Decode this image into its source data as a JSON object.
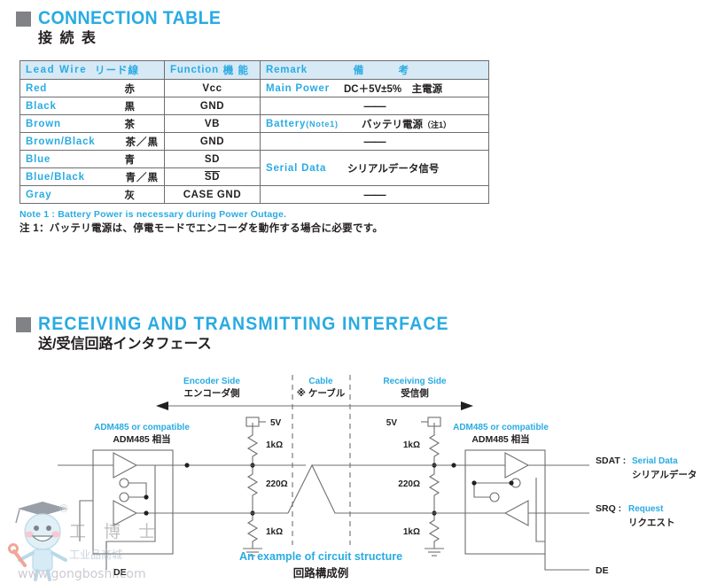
{
  "sections": {
    "connection": {
      "title_en": "CONNECTION TABLE",
      "title_jp": "接 続 表"
    },
    "interface": {
      "title_en": "RECEIVING  AND  TRANSMITTING  INTERFACE",
      "title_jp": "送/受信回路インタフェース"
    }
  },
  "connection_table": {
    "headers": {
      "lead_wire_en": "Lead  Wire",
      "lead_wire_jp": "リード線",
      "function_en": "Function",
      "function_jp": "機 能",
      "remark_en": "Remark",
      "remark_jp": "備    考"
    },
    "rows": [
      {
        "lead_en": "Red",
        "lead_jp": "赤",
        "function": "Vcc",
        "remark_en": "Main  Power",
        "remark_jp": "DC＋5V±5%　主電源"
      },
      {
        "lead_en": "Black",
        "lead_jp": "黒",
        "function": "GND",
        "remark_en": "",
        "remark_jp": "——"
      },
      {
        "lead_en": "Brown",
        "lead_jp": "茶",
        "function": "VB",
        "remark_en": "Battery",
        "remark_note": "(Note1)",
        "remark_jp": "バッテリ電源",
        "remark_jp_note": "（注1）"
      },
      {
        "lead_en": "Brown/Black",
        "lead_jp": "茶／黒",
        "function": "GND",
        "remark_en": "",
        "remark_jp": "——"
      },
      {
        "lead_en": "Blue",
        "lead_jp": "青",
        "function": "SD",
        "remark_en": "Serial  Data",
        "remark_jp": "シリアルデータ信号"
      },
      {
        "lead_en": "Blue/Black",
        "lead_jp": "青／黒",
        "function": "SD",
        "function_overline": true,
        "remark_en": "",
        "remark_jp": ""
      },
      {
        "lead_en": "Gray",
        "lead_jp": "灰",
        "function": "CASE  GND",
        "remark_en": "",
        "remark_jp": "——"
      }
    ]
  },
  "notes": {
    "en": "Note 1 : Battery Power is necessary during Power Outage.",
    "jp": "注 1：バッテリ電源は、停電モードでエンコーダを動作する場合に必要です。"
  },
  "circuit": {
    "zones": {
      "encoder_en": "Encoder Side",
      "encoder_jp": "エンコーダ側",
      "cable_en": "Cable",
      "cable_jp": "※ ケーブル",
      "receiving_en": "Receiving Side",
      "receiving_jp": "受信側"
    },
    "chips": {
      "left_en": "ADM485 or compatible",
      "left_jp": "ADM485 相当",
      "right_en": "ADM485 or compatible",
      "right_jp": "ADM485 相当"
    },
    "supply_left": "5V",
    "supply_right": "5V",
    "resistors_left": [
      "1kΩ",
      "220Ω",
      "1kΩ"
    ],
    "resistors_right": [
      "1kΩ",
      "220Ω",
      "1kΩ"
    ],
    "signals": {
      "sdat_name": "SDAT :",
      "sdat_en": "Serial Data",
      "sdat_jp": "シリアルデータ",
      "srq_name": "SRQ :",
      "srq_en": "Request",
      "srq_jp": "リクエスト",
      "de_right": "DE",
      "de_left": "DE"
    },
    "caption_en": "An example of circuit structure",
    "caption_jp": "回路構成例"
  },
  "watermark": {
    "brand_cn": "工 博 士",
    "sub_cn": "工业品商城",
    "url": "www.gongboshi.com",
    "registered": "®"
  },
  "colors": {
    "accent_blue": "#29abe2",
    "header_fill": "#d6e9f5",
    "marker_gray": "#808285",
    "line_gray": "#6d6e71",
    "text_dark": "#231f20"
  }
}
